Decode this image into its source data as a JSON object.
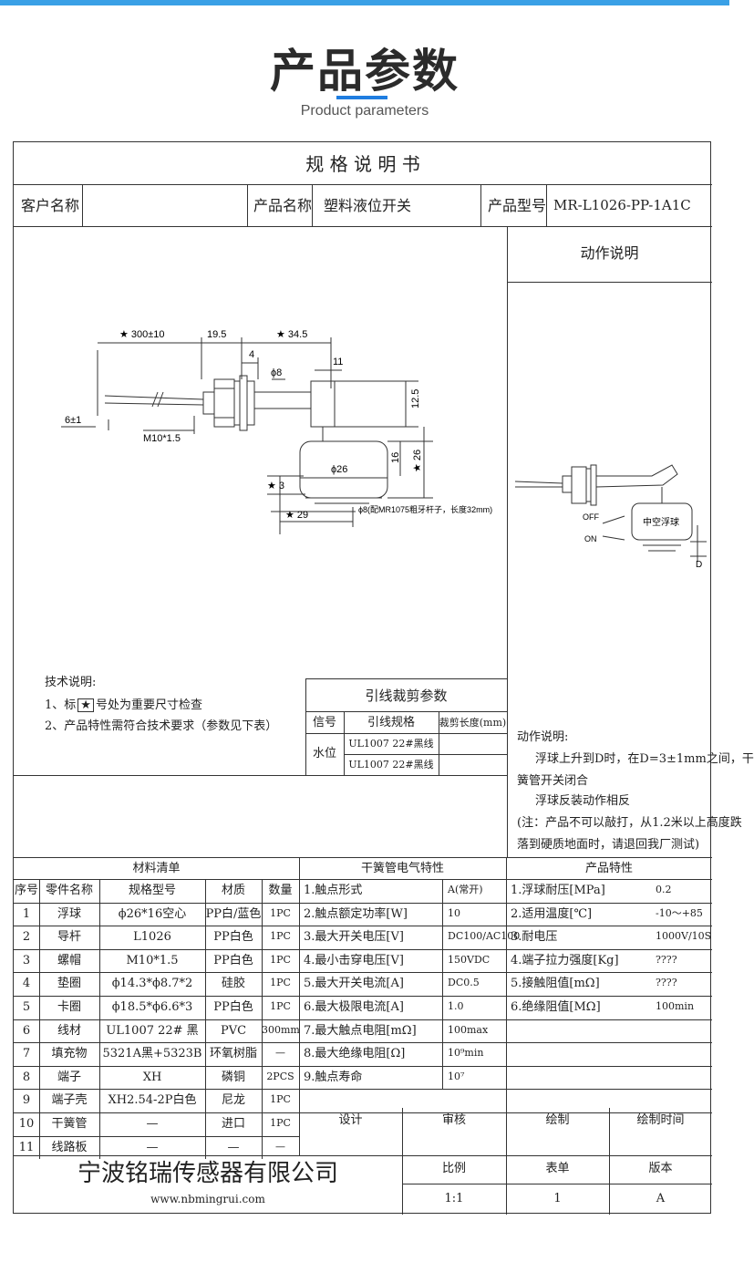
{
  "header": {
    "title": "产品参数",
    "subtitle": "Product parameters"
  },
  "spec": {
    "title": "规 格 说 明 书",
    "customer_label": "客户名称",
    "customer_value": "",
    "product_label": "产品名称",
    "product_value": "塑料液位开关",
    "model_label": "产品型号",
    "model_value": "MR-L1026-PP-1A1C"
  },
  "drawing": {
    "dim_300": "★ 300±10",
    "dim_19_5": "19.5",
    "dim_34_5": "★ 34.5",
    "dim_4": "4",
    "dim_11": "11",
    "dim_phi8": "ϕ8",
    "dim_12_5": "12.5",
    "dim_6": "6±1",
    "dim_m10": "M10*1.5",
    "dim_phi26": "ϕ26",
    "dim_16": "16",
    "dim_26": "★ 26",
    "dim_3": "★ 3",
    "dim_29": "★ 29",
    "dim_rod_note": "ϕ8(配MR1075粗牙杆子，长度32mm)"
  },
  "action": {
    "title": "动作说明",
    "float_label": "中空浮球",
    "off": "OFF",
    "on": "ON",
    "d_label": "D",
    "text_title": "动作说明:",
    "text_1": "浮球上升到D时，在D=3±1mm之间，干",
    "text_2": "簧管开关闭合",
    "text_3": "浮球反装动作相反",
    "text_4": "(注：产品不可以敲打，从1.2米以上高度跌",
    "text_5": "落到硬质地面时，请退回我厂测试)"
  },
  "tech_notes": {
    "title": "技术说明:",
    "line1_a": "1、标",
    "line1_b": "号处为重要尺寸检查",
    "line2": "2、产品特性需符合技术要求（参数见下表）"
  },
  "lead_table": {
    "title": "引线裁剪参数",
    "headers": [
      "信号",
      "引线规格",
      "裁剪长度(mm)"
    ],
    "signal": "水位",
    "rows": [
      [
        "UL1007 22#黑线",
        ""
      ],
      [
        "UL1007 22#黑线",
        ""
      ]
    ]
  },
  "materials": {
    "title": "材料清单",
    "headers": [
      "序号",
      "零件名称",
      "规格型号",
      "材质",
      "数量"
    ],
    "rows": [
      [
        "1",
        "浮球",
        "ϕ26*16空心",
        "PP白/蓝色",
        "1PC"
      ],
      [
        "2",
        "导杆",
        "L1026",
        "PP白色",
        "1PC"
      ],
      [
        "3",
        "螺帽",
        "M10*1.5",
        "PP白色",
        "1PC"
      ],
      [
        "4",
        "垫圈",
        "ϕ14.3*ϕ8.7*2",
        "硅胶",
        "1PC"
      ],
      [
        "5",
        "卡圈",
        "ϕ18.5*ϕ6.6*3",
        "PP白色",
        "1PC"
      ],
      [
        "6",
        "线材",
        "UL1007 22# 黑",
        "PVC",
        "300mm"
      ],
      [
        "7",
        "填充物",
        "5321A黑+5323B",
        "环氧树脂",
        "—"
      ],
      [
        "8",
        "端子",
        "XH",
        "磷铜",
        "2PCS"
      ],
      [
        "9",
        "端子壳",
        "XH2.54-2P白色",
        "尼龙",
        "1PC"
      ],
      [
        "10",
        "干簧管",
        "—",
        "进口",
        "1PC"
      ],
      [
        "11",
        "线路板",
        "—",
        "—",
        "—"
      ]
    ]
  },
  "reed": {
    "title": "干簧管电气特性",
    "rows": [
      [
        "1.触点形式",
        "A(常开)"
      ],
      [
        "2.触点额定功率[W]",
        "10"
      ],
      [
        "3.最大开关电压[V]",
        "DC100/AC100"
      ],
      [
        "4.最小击穿电压[V]",
        "150VDC"
      ],
      [
        "5.最大开关电流[A]",
        "DC0.5"
      ],
      [
        "6.最大极限电流[A]",
        "1.0"
      ],
      [
        "7.最大触点电阻[mΩ]",
        "100max"
      ],
      [
        "8.最大绝缘电阻[Ω]",
        "10⁹min"
      ],
      [
        "9.触点寿命",
        "10⁷"
      ]
    ]
  },
  "product": {
    "title": "产品特性",
    "rows": [
      [
        "1.浮球耐压[MPa]",
        "0.2"
      ],
      [
        "2.适用温度[℃]",
        "-10～+85"
      ],
      [
        "3.耐电压",
        "1000V/10S"
      ],
      [
        "4.端子拉力强度[Kg]",
        "????"
      ],
      [
        "5.接触阻值[mΩ]",
        "????"
      ],
      [
        "6.绝缘阻值[MΩ]",
        "100min"
      ]
    ]
  },
  "signoff": {
    "design": "设计",
    "review": "审核",
    "draw": "绘制",
    "draw_time": "绘制时间"
  },
  "footer": {
    "company": "宁波铭瑞传感器有限公司",
    "website": "www.nbmingrui.com",
    "ratio_label": "比例",
    "ratio_value": "1:1",
    "sheet_label": "表单",
    "sheet_value": "1",
    "version_label": "版本",
    "version_value": "A"
  }
}
